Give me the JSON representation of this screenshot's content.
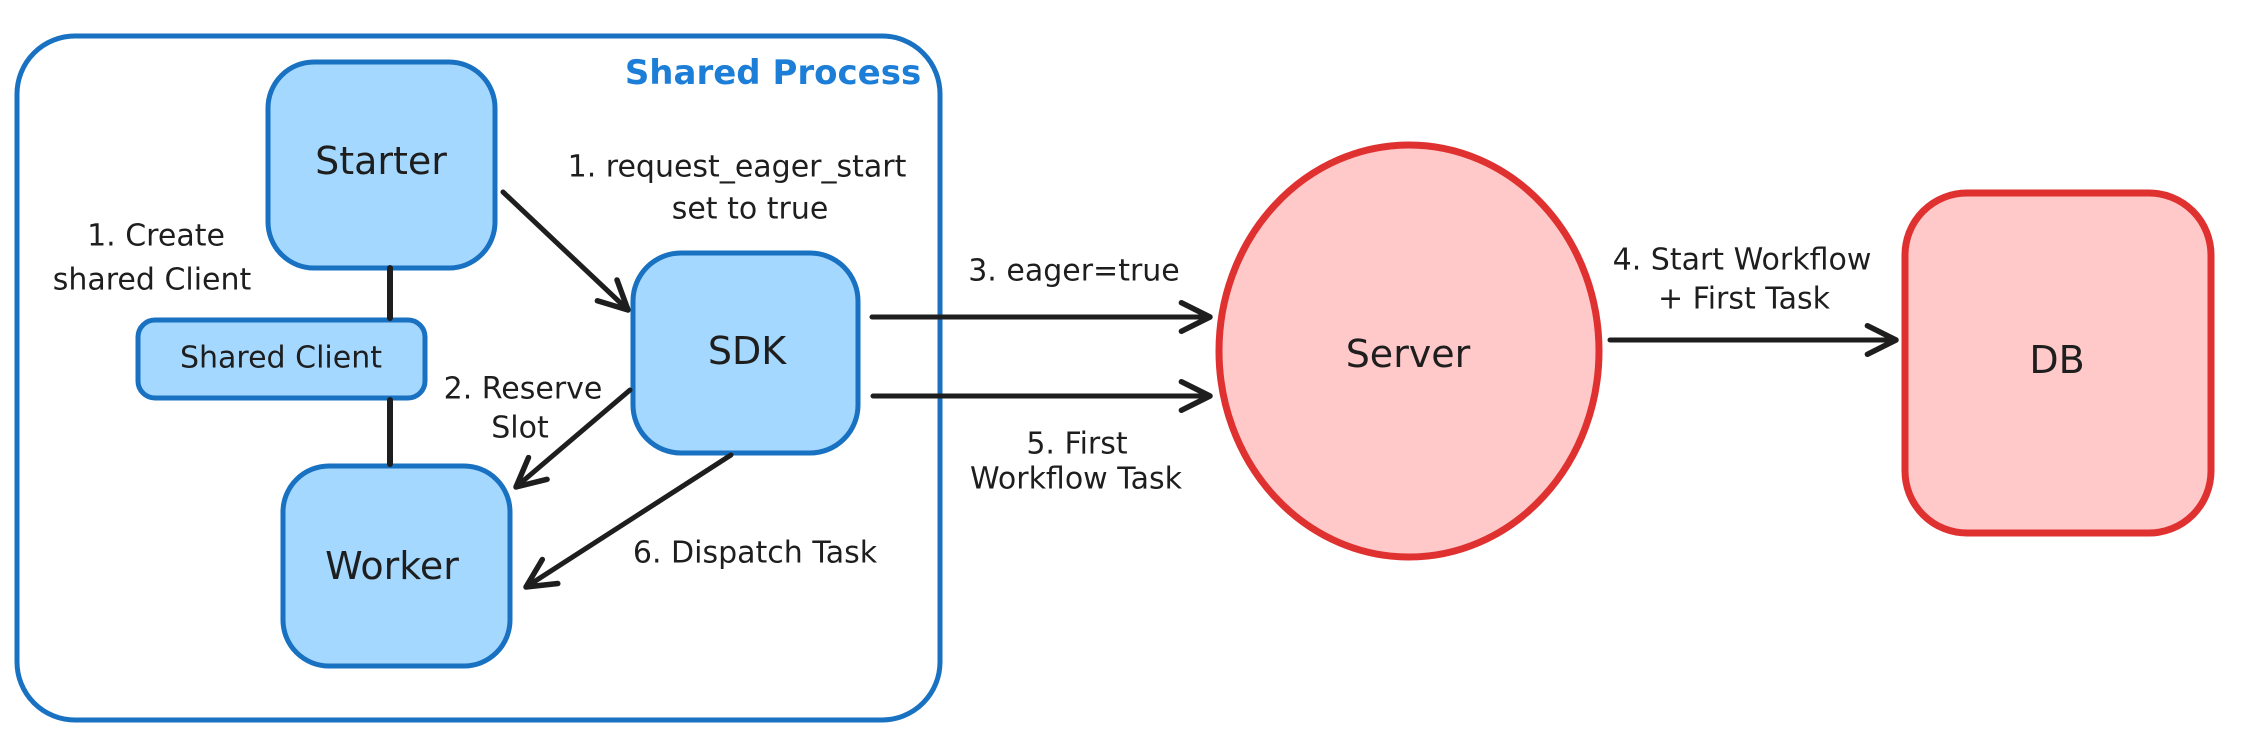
{
  "diagram": {
    "container_label": "Shared Process",
    "nodes": {
      "starter": "Starter",
      "shared_client": "Shared Client",
      "worker": "Worker",
      "sdk": "SDK",
      "server": "Server",
      "db": "DB"
    },
    "annotations": {
      "create_client_line1": "1. Create",
      "create_client_line2": "shared Client",
      "request_eager_line1": "1. request_eager_start",
      "request_eager_line2": "set to true",
      "reserve_slot_line1": "2. Reserve",
      "reserve_slot_line2": "Slot",
      "eager_true": "3. eager=true",
      "start_workflow_line1": "4. Start Workflow",
      "start_workflow_line2": "+ First Task",
      "first_task_line1": "5. First",
      "first_task_line2": "Workflow Task",
      "dispatch_task": "6. Dispatch Task"
    },
    "colors": {
      "blue_stroke": "#1971c2",
      "blue_fill": "#a5d8ff",
      "label_blue": "#1c7ed6",
      "red_stroke": "#e03131",
      "red_fill": "#ffc9c9",
      "ink": "#1e1e1e",
      "background": "#ffffff"
    }
  }
}
